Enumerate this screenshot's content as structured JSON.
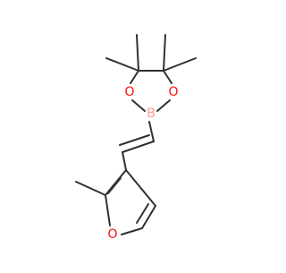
{
  "molecule": {
    "colors": {
      "bond": "#303030",
      "oxygen": "#ff0d0d",
      "boron": "#ff9999",
      "background": "#ffffff"
    },
    "atoms": {
      "o_top_left": {
        "symbol": "O"
      },
      "o_top_right": {
        "symbol": "O"
      },
      "boron": {
        "symbol": "B"
      },
      "o_furan": {
        "symbol": "O"
      }
    }
  }
}
